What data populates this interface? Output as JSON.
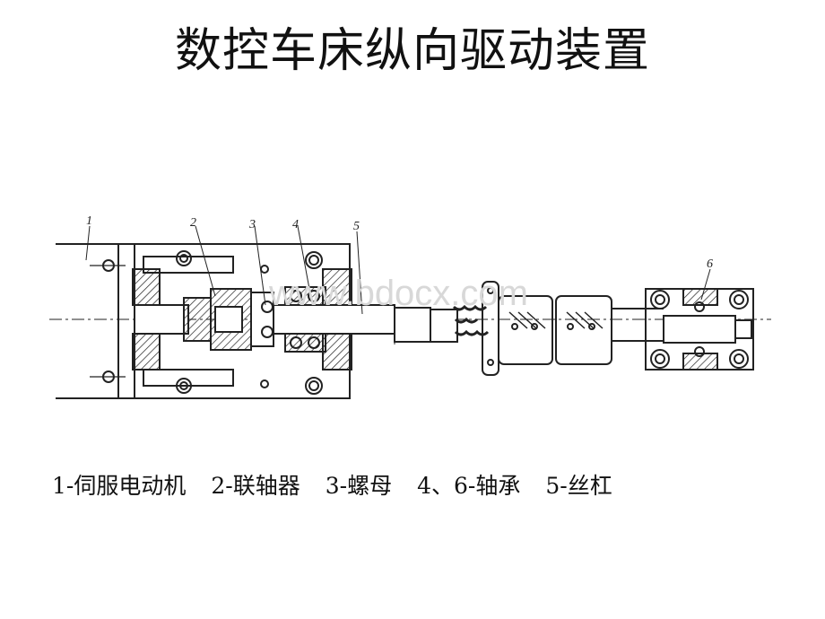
{
  "title": "数控车床纵向驱动装置",
  "callouts": [
    "1",
    "2",
    "3",
    "4",
    "5",
    "6"
  ],
  "watermark": "www.bdocx.com",
  "legend": [
    "1-伺服电动机",
    "2-联轴器",
    "3-螺母",
    "4、6-轴承",
    "5-丝杠"
  ]
}
